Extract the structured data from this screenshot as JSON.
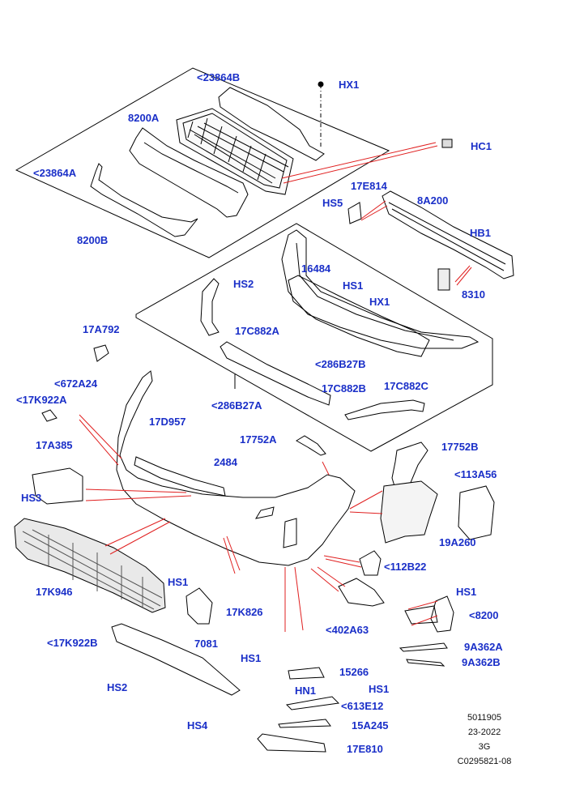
{
  "labels": {
    "l_23864B": "<23864B",
    "l_HX1_top": "HX1",
    "l_8200A": "8200A",
    "l_HC1": "HC1",
    "l_23864A": "<23864A",
    "l_17E814": "17E814",
    "l_HS5": "HS5",
    "l_8A200": "8A200",
    "l_8200B": "8200B",
    "l_HB1": "HB1",
    "l_16484": "16484",
    "l_HS2_mid": "HS2",
    "l_HS1_mid": "HS1",
    "l_8310": "8310",
    "l_HX1_mid": "HX1",
    "l_17A792": "17A792",
    "l_17C882A": "17C882A",
    "l_286B27B": "<286B27B",
    "l_672A24": "<672A24",
    "l_17K922A": "<17K922A",
    "l_17C882B": "17C882B",
    "l_17C882C": "17C882C",
    "l_286B27A": "<286B27A",
    "l_17D957": "17D957",
    "l_17752A": "17752A",
    "l_17752B": "17752B",
    "l_17A385": "17A385",
    "l_2484": "2484",
    "l_113A56": "<113A56",
    "l_HS3": "HS3",
    "l_19A260": "19A260",
    "l_112B22": "<112B22",
    "l_17K946": "17K946",
    "l_HS1_a": "HS1",
    "l_17K826": "17K826",
    "l_HS1_b": "HS1",
    "l_8200": "<8200",
    "l_402A63": "<402A63",
    "l_7081": "7081",
    "l_17K922B": "<17K922B",
    "l_9A362A": "9A362A",
    "l_HS1_c": "HS1",
    "l_15266": "15266",
    "l_9A362B": "9A362B",
    "l_HS2_low": "HS2",
    "l_HN1": "HN1",
    "l_HS1_d": "HS1",
    "l_613E12": "<613E12",
    "l_15A245": "15A245",
    "l_HS4": "HS4",
    "l_17E810": "17E810"
  },
  "ref_block": [
    "5011905",
    "23-2022",
    "3G",
    "C0295821-08"
  ],
  "colors": {
    "label": "#1a2fc8",
    "leader": "#e02020",
    "line": "#000000"
  }
}
